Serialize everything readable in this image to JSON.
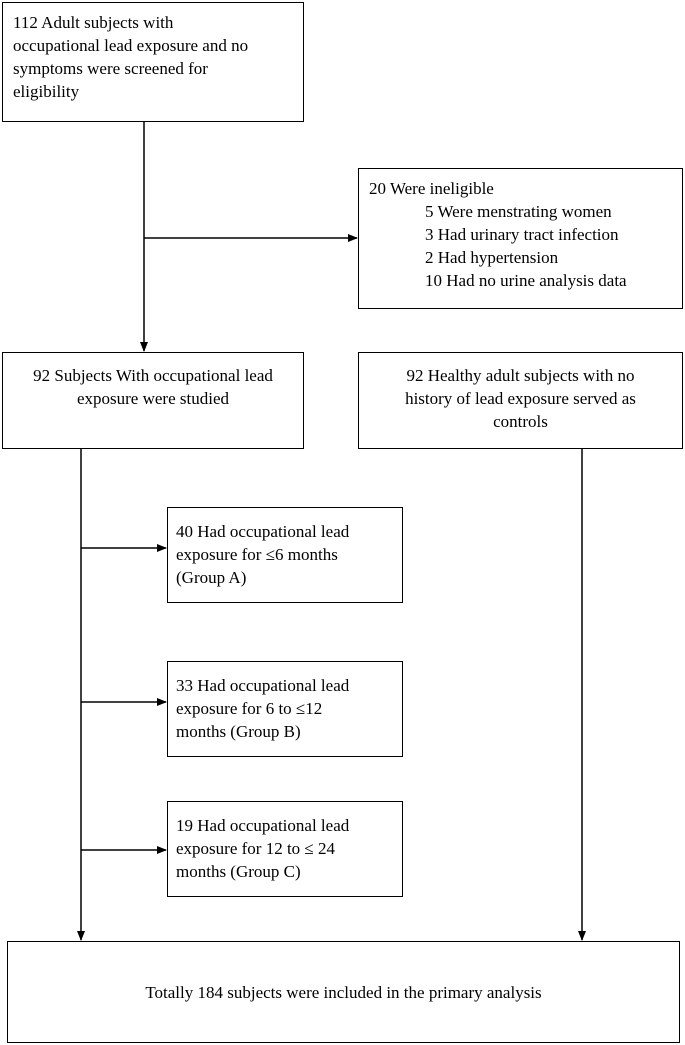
{
  "screening": {
    "lines": [
      "112 Adult subjects with",
      "occupational lead exposure and no",
      "symptoms were screened for",
      "eligibility"
    ]
  },
  "ineligible": {
    "title": "20 Were ineligible",
    "items": [
      "5 Were menstrating women",
      "3 Had urinary tract infection",
      "2 Had hypertension",
      "10 Had no urine analysis data"
    ]
  },
  "exposed": {
    "lines": [
      "92 Subjects With occupational lead",
      "exposure were studied"
    ]
  },
  "controls": {
    "lines": [
      "92 Healthy adult subjects with no",
      "history of lead exposure served as",
      "controls"
    ]
  },
  "group_a": {
    "lines": [
      "40  Had occupational lead",
      "exposure for  ≤6  months",
      "(Group A)"
    ]
  },
  "group_b": {
    "lines": [
      "33  Had occupational lead",
      "exposure for 6 to ≤12",
      "months (Group B)"
    ]
  },
  "group_c": {
    "lines": [
      "19  Had occupational lead",
      "exposure for 12  to  ≤ 24",
      "months (Group C)"
    ]
  },
  "total": {
    "text": "Totally 184 subjects were included in the primary analysis"
  }
}
